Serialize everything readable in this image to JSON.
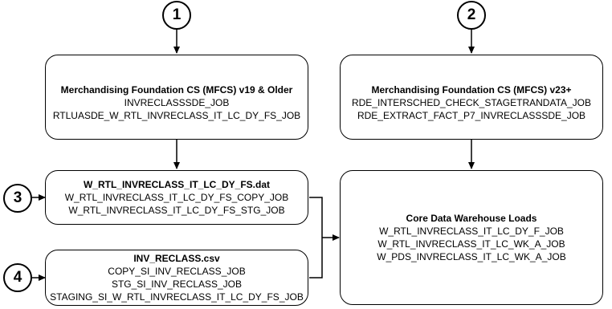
{
  "steps": {
    "one": "1",
    "two": "2",
    "three": "3",
    "four": "4"
  },
  "boxes": {
    "mfcs_old": {
      "title": "Merchandising Foundation CS (MFCS) v19 & Older",
      "lines": [
        "INVRECLASSSDE_JOB",
        "RTLUASDE_W_RTL_INVRECLASS_IT_LC_DY_FS_JOB"
      ]
    },
    "mfcs_new": {
      "title": "Merchandising Foundation CS (MFCS) v23+",
      "lines": [
        "RDE_INTERSCHED_CHECK_STAGETRANDATA_JOB",
        "RDE_EXTRACT_FACT_P7_INVRECLASSSDE_JOB"
      ]
    },
    "dat_file": {
      "title": "W_RTL_INVRECLASS_IT_LC_DY_FS.dat",
      "lines": [
        "W_RTL_INVRECLASS_IT_LC_DY_FS_COPY_JOB",
        "W_RTL_INVRECLASS_IT_LC_DY_FS_STG_JOB"
      ]
    },
    "csv_file": {
      "title": "INV_RECLASS.csv",
      "lines": [
        "COPY_SI_INV_RECLASS_JOB",
        "STG_SI_INV_RECLASS_JOB",
        "STAGING_SI_W_RTL_INVRECLASS_IT_LC_DY_FS_JOB"
      ]
    },
    "core_dw": {
      "title": "Core Data Warehouse Loads",
      "lines": [
        "W_RTL_INVRECLASS_IT_LC_DY_F_JOB",
        "W_RTL_INVRECLASS_IT_LC_WK_A_JOB",
        "W_PDS_INVRECLASS_IT_LC_WK_A_JOB"
      ]
    }
  }
}
